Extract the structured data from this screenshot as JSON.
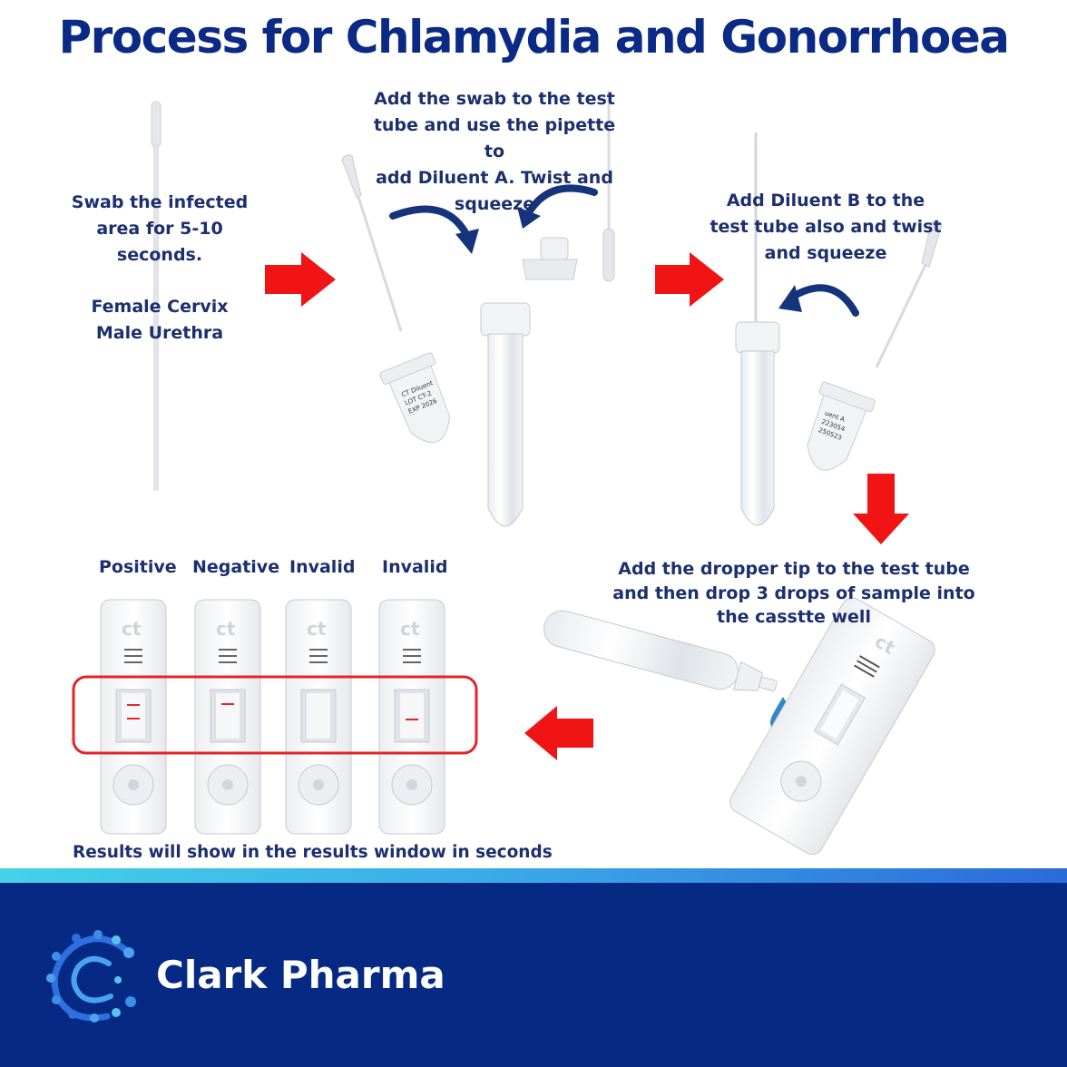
{
  "title": "Process for Chlamydia and Gonorrhoea",
  "steps": {
    "swab": {
      "lines": [
        "Swab the infected",
        "area for 5-10",
        "seconds."
      ],
      "sites": [
        "Female Cervix",
        "Male Urethra"
      ]
    },
    "diluent_a": {
      "lines": [
        "Add the swab to the test",
        "tube and use the pipette to",
        "add Diluent A. Twist and",
        "squeeze"
      ]
    },
    "diluent_b": {
      "lines": [
        "Add Diluent B to the",
        "test tube also and twist",
        "and squeeze"
      ]
    },
    "dropper": {
      "lines": [
        "Add the dropper tip to the test tube",
        "and then drop 3 drops of sample into",
        "the casstte well"
      ]
    }
  },
  "results": {
    "labels": [
      "Positive",
      "Negative",
      "Invalid",
      "Invalid"
    ],
    "caption": "Results will show in the results window in seconds"
  },
  "cassette_mark": "ct",
  "brand": {
    "name": "Clark Pharma"
  },
  "colors": {
    "title": "#0b2a86",
    "text": "#1c2f6e",
    "arrow_red": "#f01414",
    "curved_arrow": "#15347c",
    "banner": "#062a83",
    "result_line": "#e0252b"
  }
}
